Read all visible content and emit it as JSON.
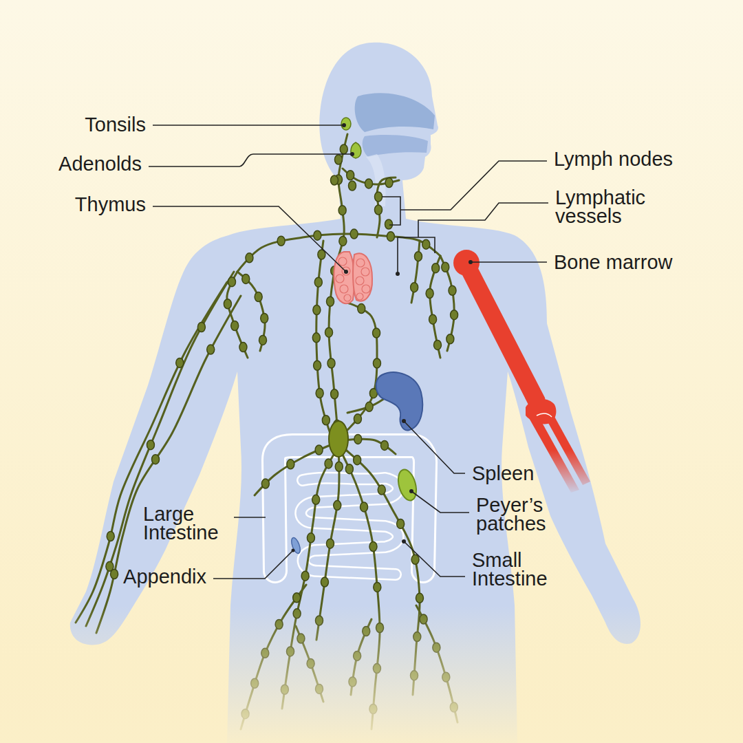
{
  "diagram": {
    "labels": [
      "Tonsils",
      "Adenolds",
      "Thymus",
      "Lymph nodes",
      "Lymphatic vessels",
      "Bone marrow",
      "Spleen",
      "Peyer’s patches",
      "Large Intestine",
      "Appendix",
      "Small Intestine"
    ]
  }
}
